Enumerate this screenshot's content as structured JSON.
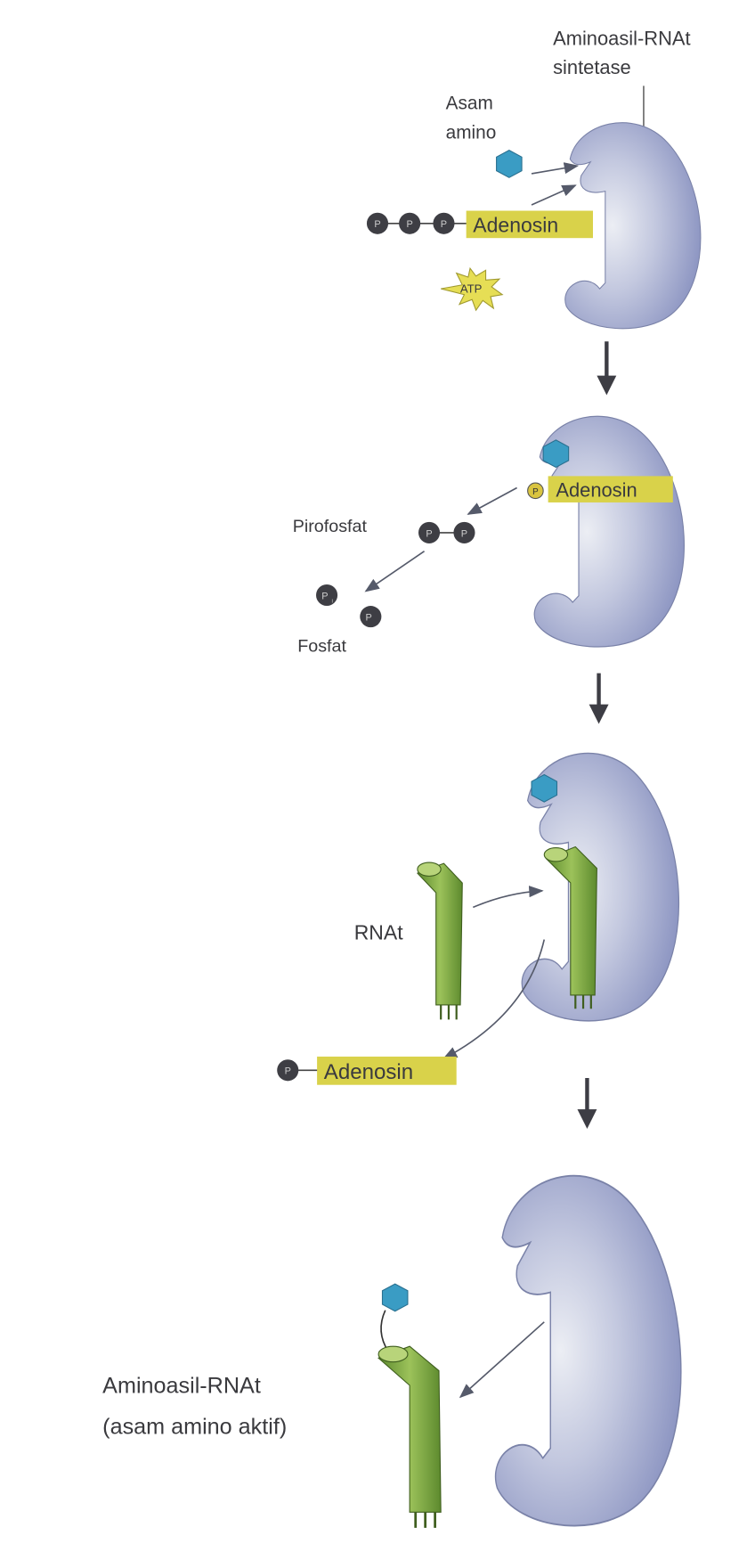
{
  "title_label": [
    "Aminoasil-RNAt",
    "sintetase"
  ],
  "panel1": {
    "amino_acid_label": [
      "Asam",
      "amino"
    ],
    "phosphates": [
      "P",
      "P",
      "P"
    ],
    "adenosine": "Adenosin",
    "atp": "ATP"
  },
  "panel2": {
    "phosphate": "P",
    "adenosine": "Adenosin",
    "pyrophosphate_label": "Pirofosfat",
    "pyrophosphates": [
      "P",
      "P"
    ],
    "phosphate_singles": [
      "P",
      "P"
    ],
    "phosphate_subscript": "i",
    "phosphate_label": "Fosfat"
  },
  "panel3": {
    "trna_label": "RNAt",
    "phosphate": "P",
    "adenosine": "Adenosin"
  },
  "panel4": {
    "product_label": [
      "Aminoasil-RNAt",
      "(asam amino aktif)"
    ]
  },
  "colors": {
    "enzyme": "#8e97c4",
    "amino_acid": "#3a9cc4",
    "adenosine": "#d9d24a",
    "trna": "#7aa040",
    "phosphate": "#3e3e44"
  }
}
